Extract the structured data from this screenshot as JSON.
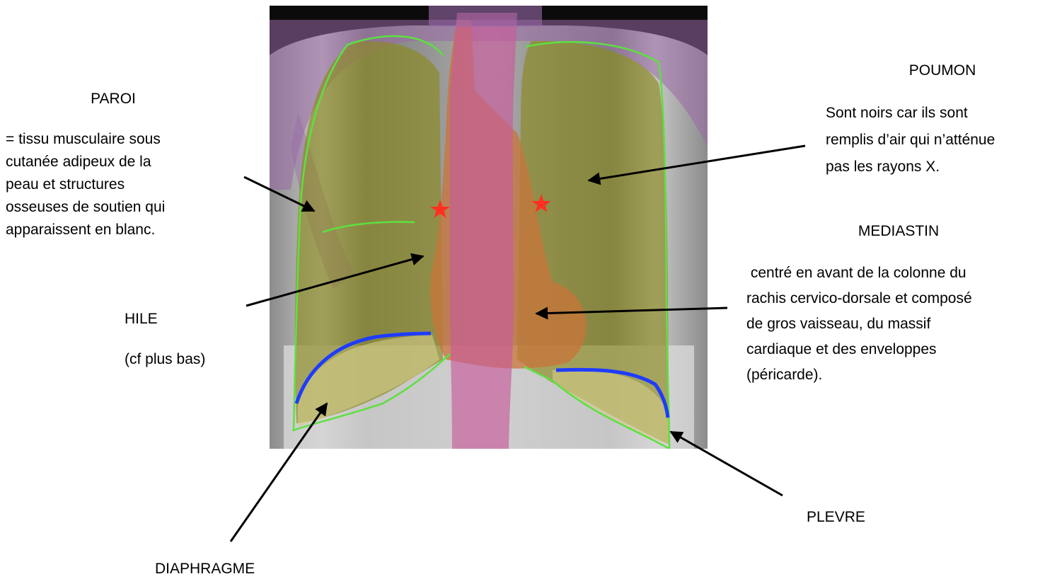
{
  "labels": {
    "paroi": {
      "title": "PAROI",
      "lines": [
        "= tissu musculaire sous",
        "cutanée adipeux de la",
        "peau et structures",
        "osseuses de soutien qui",
        "apparaissent en blanc."
      ]
    },
    "hile": {
      "title": "HILE",
      "note": "(cf plus bas)"
    },
    "diaphragme": {
      "title": "DIAPHRAGME"
    },
    "poumon": {
      "title": "POUMON",
      "lines": [
        "Sont noirs car ils sont",
        "remplis d’air qui n’atténue",
        "pas les rayons X."
      ]
    },
    "mediastin": {
      "title": "MEDIASTIN",
      "lines": [
        " centré en avant de la colonne du",
        "rachis cervico-dorsale et composé",
        "de gros vaisseau, du massif",
        "cardiaque et des enveloppes",
        "(péricarde)."
      ]
    },
    "plevre": {
      "title": "PLEVRE"
    }
  },
  "colors": {
    "lung_overlay": "#8c8a1e",
    "mediastinum_overlay": "#c8743a",
    "trachea_overlay": "#c85a9a",
    "wall_overlay": "#9a6aa8",
    "pleura_line": "#5ee040",
    "diaphragm_line": "#1e3cff",
    "hilum_star": "#ff3020",
    "arrow": "#000000"
  }
}
